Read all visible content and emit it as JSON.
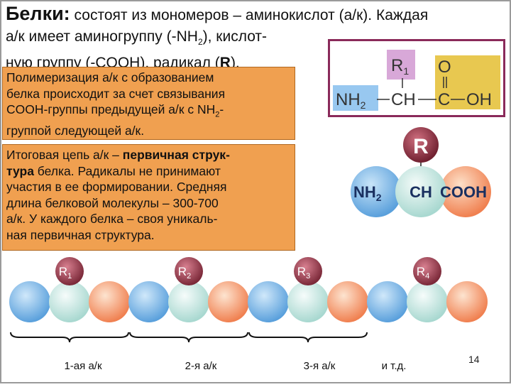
{
  "slide": {
    "intro_title": "Белки:",
    "intro_line1_rest": "состоят из мономеров – аминокислот (а/к). Каждая",
    "intro_line2_a": "а/к имеет аминогруппу (-NH",
    "intro_line2_sub": "2",
    "intro_line2_b": "), кислот-",
    "intro_line3_a": "ную группу (-COOH), радикал (",
    "intro_line3_bold": "R",
    "intro_line3_b": ").",
    "box1": {
      "line1": "Полимеризация а/к с образованием",
      "line2": "белка происходит за счет связывания",
      "line3_a": "COOH-группы предыдущей а/к с NH",
      "line3_sub": "2",
      "line3_b": "-",
      "line4": "группой следующей а/к."
    },
    "box2": {
      "line1_a": "Итоговая цепь а/к – ",
      "line1_bold": "первичная струк-",
      "line2_bold": "тура",
      "line2_b": " белка. Радикалы не принимают",
      "line3": "участия в ее формировании. Средняя",
      "line4": "длина белковой молекулы – 300-700",
      "line5": "а/к. У каждого белка – своя уникаль-",
      "line6": "ная первичная структура."
    },
    "formula": {
      "r_label": "R",
      "r_sub": "1",
      "o_label": "O",
      "nh_label": "NH",
      "nh_sub": "2",
      "ch_label": "CH",
      "c_label": "C",
      "oh_label": "OH"
    },
    "aa_diagram": {
      "r_label": "R",
      "nh2_label": "NH",
      "nh2_sub": "2",
      "ch_label": "CH",
      "cooh_label": "COOH"
    },
    "chain": {
      "radicals": [
        {
          "label": "R",
          "sub": "1"
        },
        {
          "label": "R",
          "sub": "2"
        },
        {
          "label": "R",
          "sub": "3"
        },
        {
          "label": "R",
          "sub": "4"
        }
      ],
      "unit_labels": [
        "1-ая а/к",
        "2-я а/к",
        "3-я а/к",
        "и т.д."
      ]
    },
    "page_number": "14",
    "colors": {
      "orange_box": "#f0a050",
      "blue_bead": "#78b8e8",
      "light_bead": "#d0ece8",
      "orange_bead": "#f5a070",
      "radical_ball": "#9a3a4a",
      "formula_border": "#8a2a5a",
      "yellow_highlight": "#e8c850",
      "pink_highlight": "#d8a8d8",
      "blue_highlight": "#98c8f0"
    }
  }
}
